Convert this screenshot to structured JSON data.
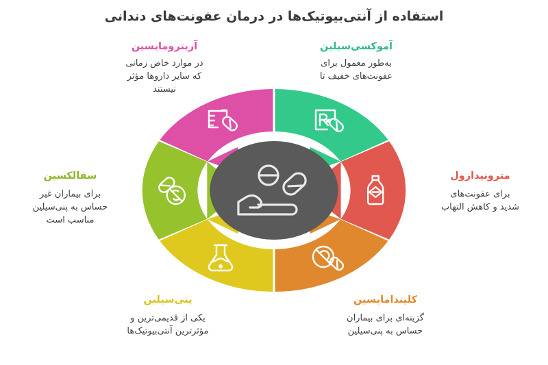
{
  "page": {
    "title": "استفاده از آنتی‌بیوتیک‌ها در درمان عفونت‌های دندانی",
    "background": "#ffffff",
    "title_color": "#3b3b3b"
  },
  "center": {
    "icon": "hand-holding-pills-icon",
    "fill": "#5a5a5a"
  },
  "segments": [
    {
      "key": "amoxicillin",
      "title": "آموکسی‌سیلین",
      "description": "به‌طور معمول برای\nعفونت‌های خفیف تا",
      "color": "#33c98a",
      "icon": "prescription-rx-capsule-icon",
      "position": "top-right"
    },
    {
      "key": "metronidazole",
      "title": "مترونیدازول",
      "description": "برای عفونت‌های\nشدید و کاهش التهاب",
      "color": "#e1584f",
      "icon": "medicine-bottle-icon",
      "position": "right"
    },
    {
      "key": "clindamycin",
      "title": "کلیندامایسین",
      "description": "گزینه‌ای برای بیماران\nحساس به پنی‌سیلین",
      "color": "#e0882d",
      "icon": "no-pill-capsule-icon",
      "position": "bottom-right"
    },
    {
      "key": "penicillin",
      "title": "پنی‌سیلین",
      "description": "یکی از قدیمی‌ترین و\nمؤثرترین آنتی‌بیوتیک‌ها",
      "color": "#e0c91f",
      "icon": "lab-flask-icon",
      "position": "bottom-left"
    },
    {
      "key": "cephalexin",
      "title": "سفالکسین",
      "description": "برای بیماران غیر\nحساس به پنی‌سیلین\nمناسب است",
      "color": "#96c22e",
      "icon": "capsule-antibiotic-icon",
      "position": "left"
    },
    {
      "key": "azithromycin",
      "title": "آزیترومایسین",
      "description": "در موارد خاص زمانی\nکه سایر داروها مؤثر\nنیستند",
      "color": "#de4fa6",
      "icon": "measuring-cup-capsule-icon",
      "position": "top-left"
    }
  ]
}
